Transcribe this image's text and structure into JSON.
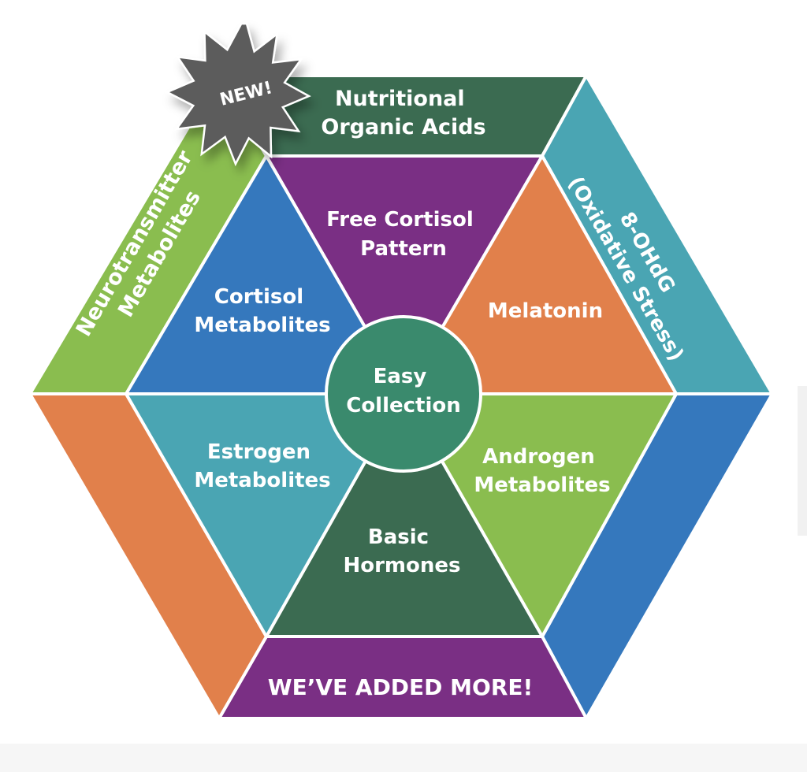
{
  "colors": {
    "dark_green": "#3b6b51",
    "teal": "#4aa5b3",
    "green": "#8abd4f",
    "orange": "#e1804b",
    "purple": "#7a2f84",
    "blue": "#3578bd",
    "center": "#3a8a6d",
    "badge": "#5c5c5c",
    "label": "#ffffff"
  },
  "badge": {
    "label": "NEW!",
    "icon": "starburst-badge"
  },
  "outer_panels": {
    "top": {
      "lines": [
        "Nutritional",
        "Organic Acids"
      ]
    },
    "top_right": {
      "lines": [
        "8-OHdG",
        "(Oxidative Stress)"
      ]
    },
    "top_left": {
      "lines": [
        "Neurotransmitter",
        "Metabolites"
      ]
    },
    "bottom": {
      "lines": [
        "WE’VE ADDED MORE!"
      ]
    }
  },
  "inner_segments": {
    "top": {
      "lines": [
        "Free Cortisol",
        "Pattern"
      ]
    },
    "upper_left": {
      "lines": [
        "Cortisol",
        "Metabolites"
      ]
    },
    "upper_right": {
      "lines": [
        "Melatonin"
      ]
    },
    "lower_left": {
      "lines": [
        "Estrogen",
        "Metabolites"
      ]
    },
    "lower_right": {
      "lines": [
        "Androgen",
        "Metabolites"
      ]
    },
    "bottom": {
      "lines": [
        "Basic",
        "Hormones"
      ]
    }
  },
  "center": {
    "lines": [
      "Easy",
      "Collection"
    ]
  }
}
